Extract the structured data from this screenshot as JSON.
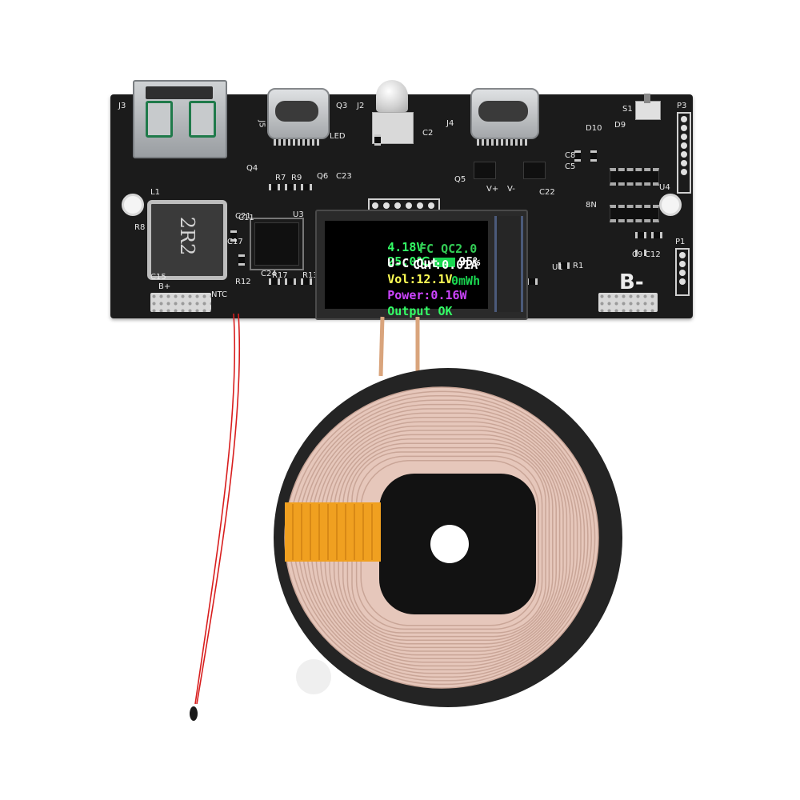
{
  "pcb": {
    "silkscreen": [
      "J3",
      "J5",
      "LED",
      "Q3",
      "J2",
      "J4",
      "S1",
      "P3",
      "D10",
      "D9",
      "Q4",
      "C23",
      "Q5",
      "V+",
      "V-",
      "C22",
      "U4",
      "L1",
      "R8",
      "C15",
      "B+",
      "NTC",
      "R12",
      "C11",
      "U3",
      "U1",
      "R1",
      "P1",
      "8N",
      "C2",
      "C8",
      "C5",
      "Q6",
      "R7",
      "R9",
      "C17",
      "C21",
      "C24",
      "R17",
      "R13",
      "C9",
      "C12"
    ],
    "b_minus": "B-",
    "inductor_marking": "2R2"
  },
  "display": {
    "line1": {
      "voltage": "4.18V",
      "temp": "25.0℃",
      "percent": "95%"
    },
    "line2": {
      "left": "U-C Out",
      "right": "FC QC2.0"
    },
    "line3": {
      "left": "Vol:12.1V",
      "right": "Cur:0.01A"
    },
    "line4": {
      "left": "Power:0.16W",
      "right": "0mWh"
    },
    "line5": {
      "left": "Output OK"
    },
    "colors": {
      "line1": "#33ff66",
      "line2": "#ffffff",
      "line2_right": "#33cc55",
      "line3": "#ffff55",
      "line3_right": "#ffffff",
      "line4": "#cc44ff",
      "line4_right": "#19d650",
      "line5": "#33ff66",
      "battery": "#19d650"
    }
  },
  "colors": {
    "pcb": "#1b1b1b",
    "coil_copper": "#e6c7bb",
    "coil_body": "#222222",
    "flex_tape": "#f0a020",
    "thermistor_wire": "#e02020"
  }
}
